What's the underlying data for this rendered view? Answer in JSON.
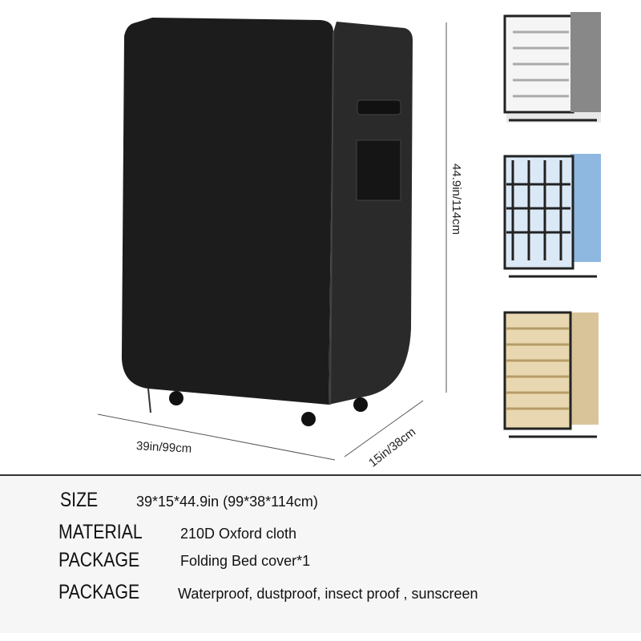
{
  "dimensions": {
    "width": "39in/99cm",
    "depth": "15in/38cm",
    "height": "44.9in/114cm"
  },
  "specs": [
    {
      "label": "SIZE",
      "value": "39*15*44.9in (99*38*114cm)"
    },
    {
      "label": "MATERIAL",
      "value": "210D Oxford cloth"
    },
    {
      "label": "PACKAGE",
      "value": "Folding Bed cover*1"
    },
    {
      "label": "PACKAGE",
      "value": "Waterproof, dustproof, insect proof , sunscreen"
    }
  ],
  "colors": {
    "cover": "#1a1a1a",
    "panel": "#f6f6f6"
  }
}
